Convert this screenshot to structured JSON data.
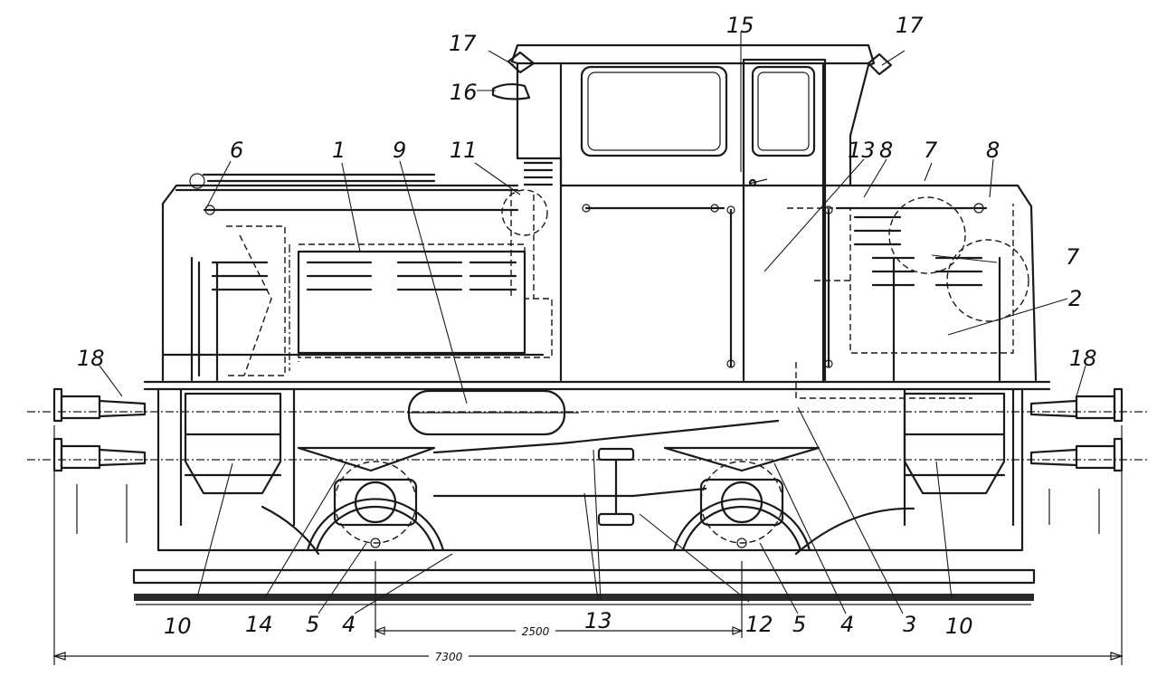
{
  "callouts": [
    "1",
    "2",
    "3",
    "4",
    "5",
    "6",
    "7",
    "8",
    "9",
    "10",
    "11",
    "12",
    "13",
    "14",
    "15",
    "16",
    "17",
    "18"
  ],
  "dimensions": {
    "wheelbase": "2500",
    "overall_length": "7300"
  }
}
